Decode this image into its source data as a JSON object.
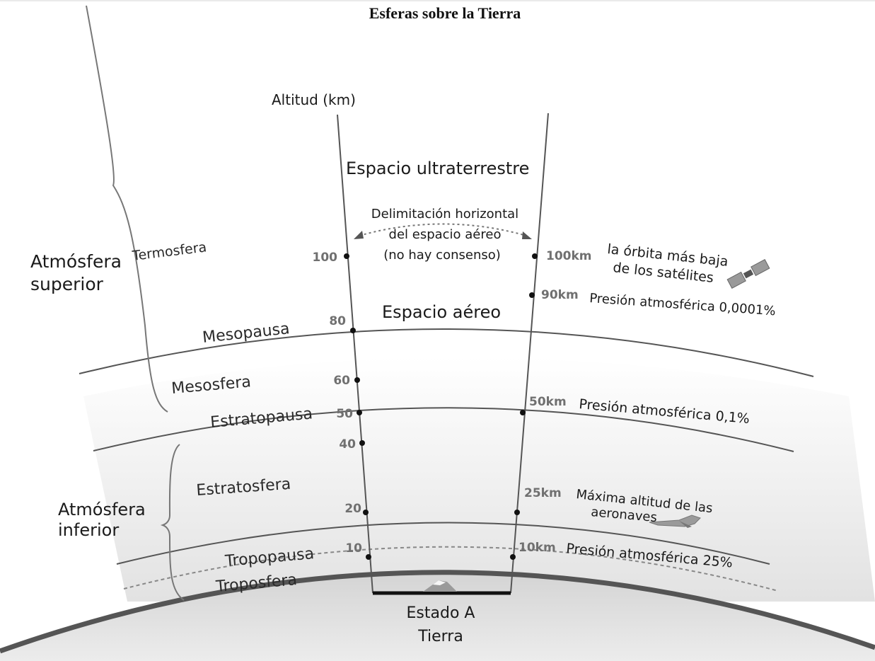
{
  "title": "Esferas sobre la Tierra",
  "axis_label": "Altitud (km)",
  "regions": {
    "outer_space": "Espacio ultraterrestre",
    "airspace": "Espacio aéreo",
    "delimitation": [
      "Delimitación horizontal",
      "del espacio aéreo",
      "(no hay consenso)"
    ]
  },
  "upper_atmosphere": [
    "Atmósfera",
    "superior"
  ],
  "lower_atmosphere": [
    "Atmósfera",
    "inferior"
  ],
  "layers": {
    "thermosphere": "Termosfera",
    "mesopause": "Mesopausa",
    "mesosphere": "Mesosfera",
    "stratopause": "Estratopausa",
    "stratosphere": "Estratosfera",
    "tropopause": "Tropopausa",
    "troposphere": "Troposfera"
  },
  "altitude_ticks": [
    "100",
    "80",
    "60",
    "50",
    "40",
    "20",
    "10"
  ],
  "annotations": [
    {
      "km": "100km",
      "text": [
        "la órbita más baja",
        "de los satélites"
      ]
    },
    {
      "km": "90km",
      "text": [
        "Presión atmosférica 0,0001%"
      ]
    },
    {
      "km": "50km",
      "text": [
        "Presión atmosférica 0,1%"
      ]
    },
    {
      "km": "25km",
      "text": [
        "Máxima altitud de las",
        "aeronaves"
      ]
    },
    {
      "km": "10km",
      "text": [
        "Presión atmosférica 25%"
      ]
    }
  ],
  "ground": [
    "Estado A",
    "Tierra"
  ],
  "icons": [
    "satellite-icon",
    "aircraft-icon",
    "mountain-icon"
  ]
}
